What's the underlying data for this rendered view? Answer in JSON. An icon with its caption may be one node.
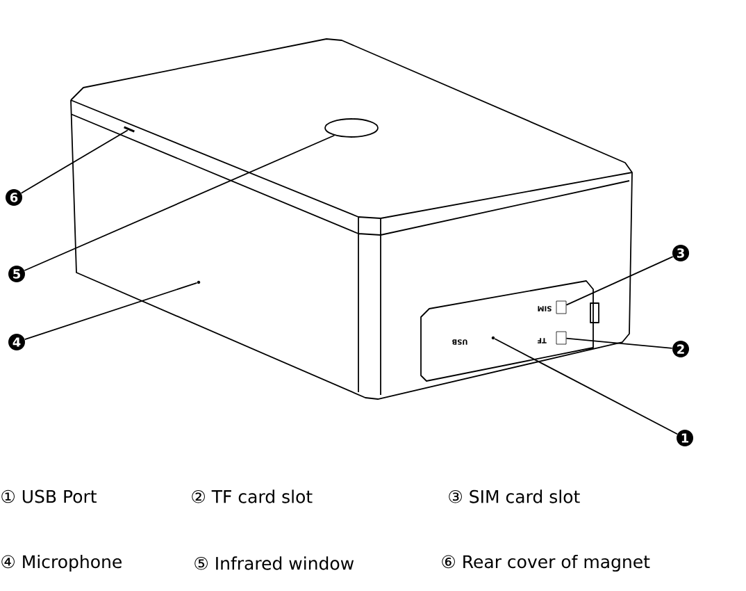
{
  "diagram": {
    "nodes": [
      {
        "text": [
          "1"
        ]
      },
      {
        "text": [
          "2"
        ]
      },
      {
        "text": [
          "3"
        ]
      },
      {
        "text": [
          "4"
        ]
      },
      {
        "text": [
          "5"
        ]
      },
      {
        "text": [
          "6"
        ]
      },
      {
        "text": [],
        "shape": "circle"
      },
      {
        "text": [],
        "shape": "box"
      },
      {
        "text": [],
        "shape": "box"
      },
      {
        "text": [],
        "shape": "circle"
      },
      {
        "text": [],
        "shape": "ellipse"
      },
      {
        "text": [],
        "shape": "bar"
      }
    ],
    "edges": [
      {
        "from": 0,
        "to": 6,
        "arrow": "none"
      },
      {
        "from": 1,
        "to": 8,
        "arrow": "none"
      },
      {
        "from": 2,
        "to": 7,
        "arrow": "none"
      },
      {
        "from": 3,
        "to": 9,
        "arrow": "none"
      },
      {
        "from": 4,
        "to": 10,
        "arrow": "none"
      },
      {
        "from": 5,
        "to": 11,
        "arrow": "none"
      }
    ],
    "labels": [
      "SIM",
      "USB",
      "TF",
      "① USB Port",
      "② TF card slot",
      "③ SIM card slot",
      "④ Microphone",
      "⑤ Infrared window",
      "⑥ Rear cover of magnet"
    ]
  }
}
